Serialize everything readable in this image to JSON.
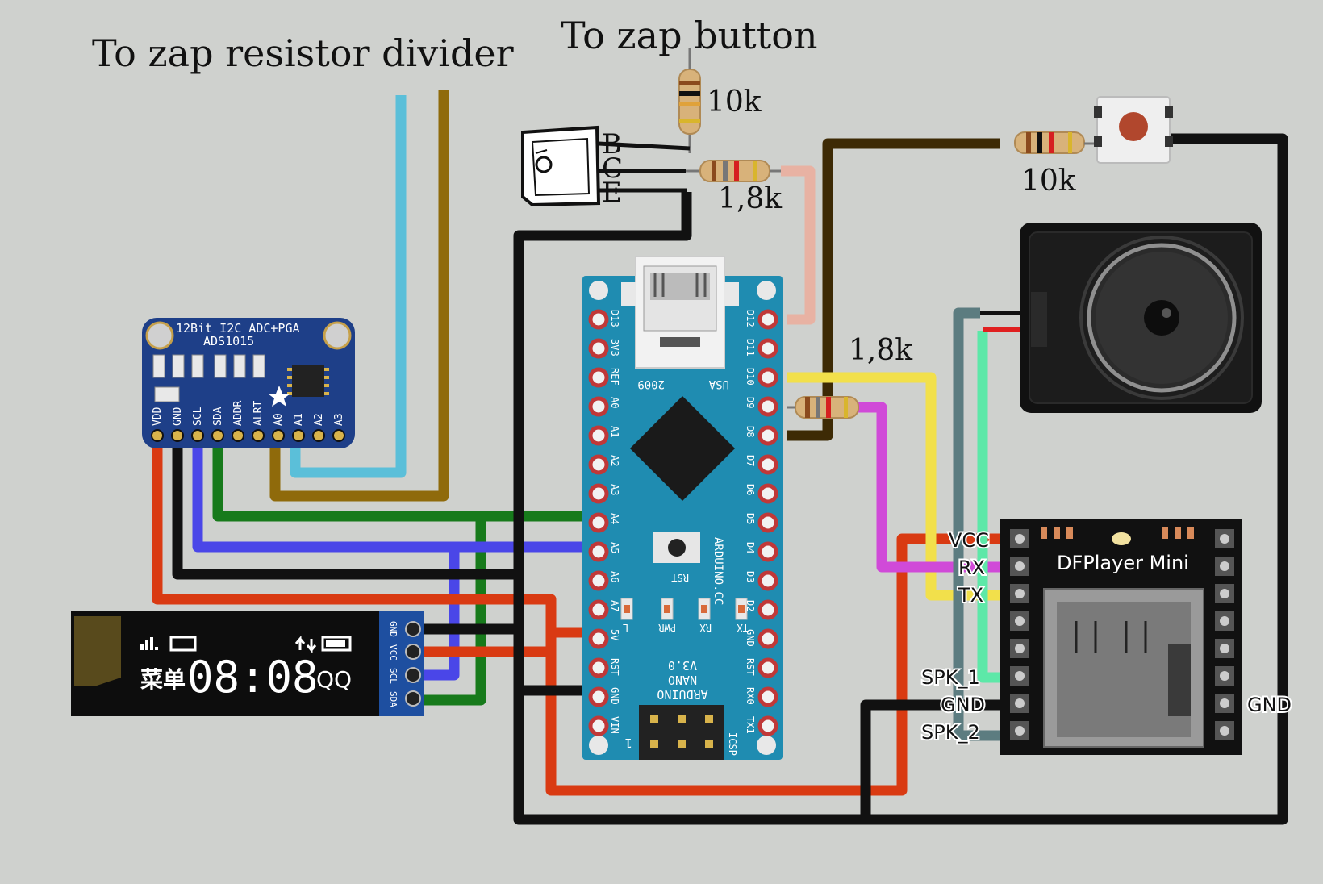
{
  "annotations": {
    "zap_divider": "To zap resistor divider",
    "zap_button": "To zap button"
  },
  "transistor": {
    "pin_b": "B",
    "pin_c": "C",
    "pin_e": "E"
  },
  "resistors": {
    "r_base_10k": "10k",
    "r_base_1k8": "1,8k",
    "r_button_10k": "10k",
    "r_d9_1k8": "1,8k"
  },
  "adc": {
    "title": "12Bit I2C ADC+PGA",
    "chip": "ADS1015",
    "pins": [
      "VDD",
      "GND",
      "SCL",
      "SDA",
      "ADDR",
      "ALRT",
      "A0",
      "A1",
      "A2",
      "A3"
    ]
  },
  "oled": {
    "clock": "08:08",
    "cn": "菜单",
    "qq": "QQ",
    "pins": [
      "GND",
      "VCC",
      "SCL",
      "SDA"
    ]
  },
  "arduino": {
    "left_pins": [
      "D13",
      "3V3",
      "REF",
      "A0",
      "A1",
      "A2",
      "A3",
      "A4",
      "A5",
      "A6",
      "A7",
      "5V",
      "RST",
      "GND",
      "VIN"
    ],
    "right_pins": [
      "D12",
      "D11",
      "D10",
      "D9",
      "D8",
      "D7",
      "D6",
      "D5",
      "D4",
      "D3",
      "D2",
      "GND",
      "RST",
      "RX0",
      "TX1"
    ],
    "year": "2009",
    "usa": "USA",
    "brand": "ARDUINO.CC",
    "rst": "RST",
    "leds": [
      "L",
      "PWR",
      "RX",
      "TX"
    ],
    "model_line1": "ARDUINO",
    "model_line2": "NANO",
    "model_line3": "V3.0",
    "icsp": "ICSP",
    "one": "1"
  },
  "dfplayer": {
    "title": "DFPlayer Mini",
    "vcc": "VCC",
    "rx": "RX",
    "tx": "TX",
    "spk1": "SPK_1",
    "gnd_left": "GND",
    "spk2": "SPK_2",
    "gnd_right": "GND"
  },
  "colors": {
    "background": "#cfd1ce",
    "wire_red": "#d93a12",
    "wire_black": "#111111",
    "wire_blue": "#4a46e8",
    "wire_green": "#177a1b",
    "wire_cyan": "#5bbfd9",
    "wire_brown": "#8f6a0b",
    "wire_yellow": "#f2e04b",
    "wire_magenta": "#d04ad8",
    "wire_pink": "#e8b2a3",
    "wire_darkbrown": "#3d2a05",
    "wire_grey": "#5c7c80",
    "wire_mint": "#5de8a8",
    "arduino_board": "#1f8cb1",
    "adc_board": "#1e3f88"
  }
}
